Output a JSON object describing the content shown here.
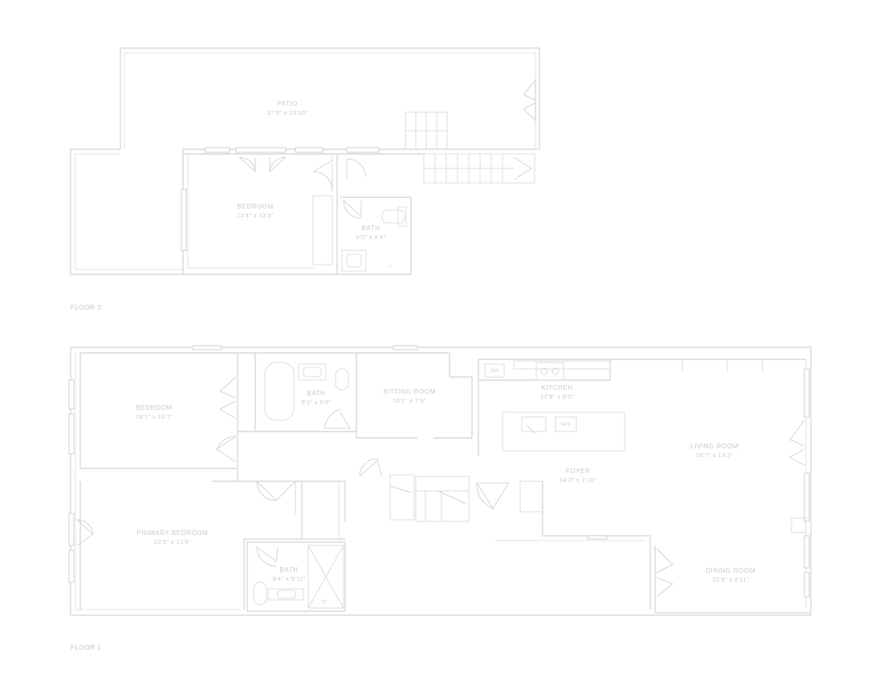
{
  "floors": {
    "floor2": {
      "label": "FLOOR 2",
      "rooms": {
        "patio": {
          "name": "PATIO",
          "dims": "37'3\" x 13'10\""
        },
        "bedroom": {
          "name": "BEDROOM",
          "dims": "13'4\" x 13'3\""
        },
        "bath": {
          "name": "BATH",
          "dims": "9'0\" x 5'4\""
        }
      }
    },
    "floor1": {
      "label": "FLOOR 1",
      "rooms": {
        "bedroom": {
          "name": "BEDROOM",
          "dims": "19'1\" x 10'7\""
        },
        "bath_top": {
          "name": "BATH",
          "dims": "9'3\" x 5'9\""
        },
        "sitting_room": {
          "name": "SITTING ROOM",
          "dims": "10'2\" x 7'9\""
        },
        "kitchen": {
          "name": "KITCHEN",
          "dims": "17'9\" x 8'3\""
        },
        "living_room": {
          "name": "LIVING ROOM",
          "dims": "16'7\" x 13'2\""
        },
        "foyer": {
          "name": "FOYER",
          "dims": "14'3\" x 7'10\""
        },
        "primary_bedroom": {
          "name": "PRIMARY BEDROOM",
          "dims": "20'5\" x 13'6\""
        },
        "bath_bottom": {
          "name": "BATH",
          "dims": "9'4\" x 5'11\""
        },
        "dining_room": {
          "name": "DINING ROOM",
          "dims": "15'9\" x 9'11\""
        }
      }
    }
  },
  "fixtures": {
    "dishwasher": "DW",
    "washer_dryer": "W/D"
  }
}
